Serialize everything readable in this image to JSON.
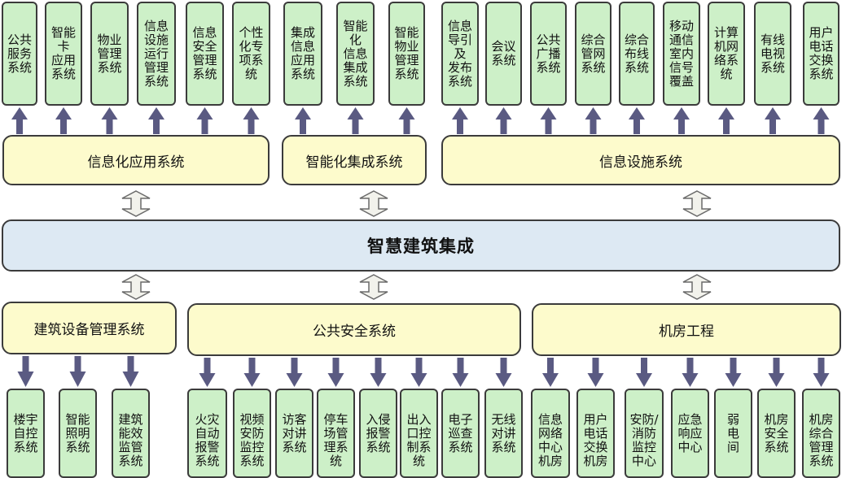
{
  "central": {
    "title": "智慧建筑集成"
  },
  "top_groups": [
    {
      "label": "信息化应用系统",
      "items": [
        "公共\n服务\n系统",
        "智能\n卡\n应用\n系统",
        "物业\n管理\n系统",
        "信息\n设施\n运行\n管理\n系统",
        "信息\n安全\n管理\n系统",
        "个性\n化专\n项系\n统"
      ]
    },
    {
      "label": "智能化集成系统",
      "items": [
        "集成\n信息\n应用\n系统",
        "智能\n化\n信息\n集成\n系统",
        "智能\n物业\n管理\n系统"
      ]
    },
    {
      "label": "信息设施系统",
      "items": [
        "信息\n导引\n及\n发布\n系统",
        "会议\n系统",
        "公共\n广播\n系统",
        "综合\n管网\n系统",
        "综合\n布线\n系统",
        "移动\n通信\n室内\n信号\n覆盖",
        "计算\n机网\n络系\n统",
        "有线\n电视\n系统",
        "用户\n电话\n交换\n系统"
      ]
    }
  ],
  "bottom_groups": [
    {
      "label": "建筑设备管理系统",
      "items": [
        "楼宇\n自控\n系统",
        "智能\n照明\n系统",
        "建筑\n能效\n监管\n系统"
      ]
    },
    {
      "label": "公共安全系统",
      "items": [
        "火灾\n自动\n报警\n系统",
        "视频\n安防\n监控\n系统",
        "访客\n对讲\n系统",
        "停车\n场管\n理系\n统",
        "入侵\n报警\n系统",
        "出入\n口控\n制系\n统",
        "电子\n巡查\n系统",
        "无线\n对讲\n系统"
      ]
    },
    {
      "label": "机房工程",
      "items": [
        "信息\n网络\n中心\n机房",
        "用户\n电话\n交换\n机房",
        "安防/\n消防\n监控\n中心",
        "应急\n响应\n中心",
        "弱\n电\n间",
        "机房\n安全\n系统",
        "机房\n综合\n管理\n系统"
      ]
    }
  ],
  "colors": {
    "leaf_fill": "#cdf0c8",
    "group_fill": "#fdfbcc",
    "central_fill": "#dde9f3",
    "arrow_fill": "#5a5a82",
    "outline": "#3b3b3b"
  }
}
